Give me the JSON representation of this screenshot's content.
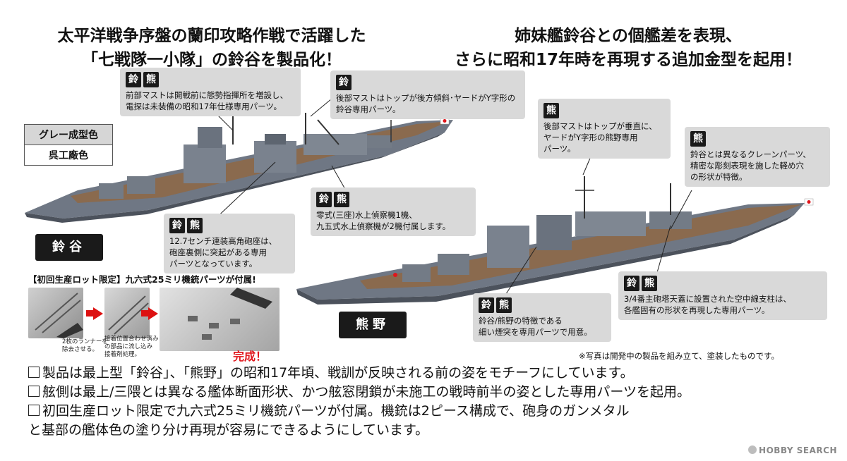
{
  "headline_left": {
    "line1": "太平洋戦争序盤の蘭印攻略作戦で活躍した",
    "line2": "「七戦隊一小隊」の鈴谷を製品化！"
  },
  "headline_right": {
    "line1": "姉妹艦鈴谷との個艦差を表現、",
    "line2": "さらに昭和17年時を再現する追加金型を起用！"
  },
  "color_box": {
    "row1": "グレー成型色",
    "row2": "呉工廠色"
  },
  "ship_names": {
    "suzuya": "鈴谷",
    "kumano": "熊野"
  },
  "tags": {
    "suzuya": "鈴",
    "kumano": "熊"
  },
  "callouts": [
    {
      "id": "fore-mast",
      "tags": [
        "鈴",
        "熊"
      ],
      "text": "前部マストは開戦前に態勢指揮所を増設し、\n電探は未装備の昭和17年仕様専用パーツ。"
    },
    {
      "id": "aft-mast-suzuya",
      "tags": [
        "鈴"
      ],
      "text": "後部マストはトップが後方傾斜･ヤードがY字形の\n鈴谷専用パーツ。"
    },
    {
      "id": "aft-mast-kumano",
      "tags": [
        "熊"
      ],
      "text": "後部マストはトップが垂直に、\nヤードがY字形の熊野専用\nパーツ。"
    },
    {
      "id": "crane-kumano",
      "tags": [
        "熊"
      ],
      "text": "鈴谷とは異なるクレーンパーツ、\n精密な彫刻表現を施した軽め穴\nの形状が特徴。"
    },
    {
      "id": "seaplanes",
      "tags": [
        "鈴",
        "熊"
      ],
      "text": "零式(三座)水上偵察機1機、\n九五式水上偵察機が2機付属します。"
    },
    {
      "id": "aa-gun",
      "tags": [
        "鈴",
        "熊"
      ],
      "text": "12.7センチ連装高角砲座は、\n砲座裏側に突起がある専用\nパーツとなっています。"
    },
    {
      "id": "funnel",
      "tags": [
        "鈴",
        "熊"
      ],
      "text": "鈴谷/熊野の特徴である\n細い煙突を専用パーツで用意。"
    },
    {
      "id": "antenna",
      "tags": [
        "鈴",
        "熊"
      ],
      "text": "3/4番主砲塔天蓋に設置された空中線支柱は、\n各艦固有の形状を再現した専用パーツ。"
    }
  ],
  "lot_notice": {
    "bracket": "【初回生産ロット限定】",
    "text": "九六式25ミリ機銃パーツが付属!"
  },
  "photo_captions": {
    "step1": "2枚のランナーを\n除去させる。",
    "step2": "接着位置合わせ済み\nの部品に流し込み\n接着剤処理。",
    "done": "完成！"
  },
  "photo_note": "※写真は開発中の製品を組み立て、塗装したものです。",
  "bullets": [
    "製品は最上型「鈴谷」、「熊野」の昭和17年頃、戦訓が反映される前の姿をモチーフにしています。",
    "舷側は最上/三隈とは異なる艦体断面形状、かつ舷窓閉鎖が未施工の戦時前半の姿とした専用パーツを起用。",
    "初回生産ロット限定で九六式25ミリ機銃パーツが付属。機銃は2ピース構成で、砲身のガンメタル",
    "と基部の艦体色の塗り分け再現が容易にできるようにしています。"
  ],
  "logo": "HOBBY SEARCH",
  "colors": {
    "callout_bg": "#d9d9d9",
    "tag_bg": "#1a1a1a",
    "accent_red": "#e0151b",
    "hull_gray": "#6f7784",
    "deck_wood": "#8a6a4e"
  }
}
